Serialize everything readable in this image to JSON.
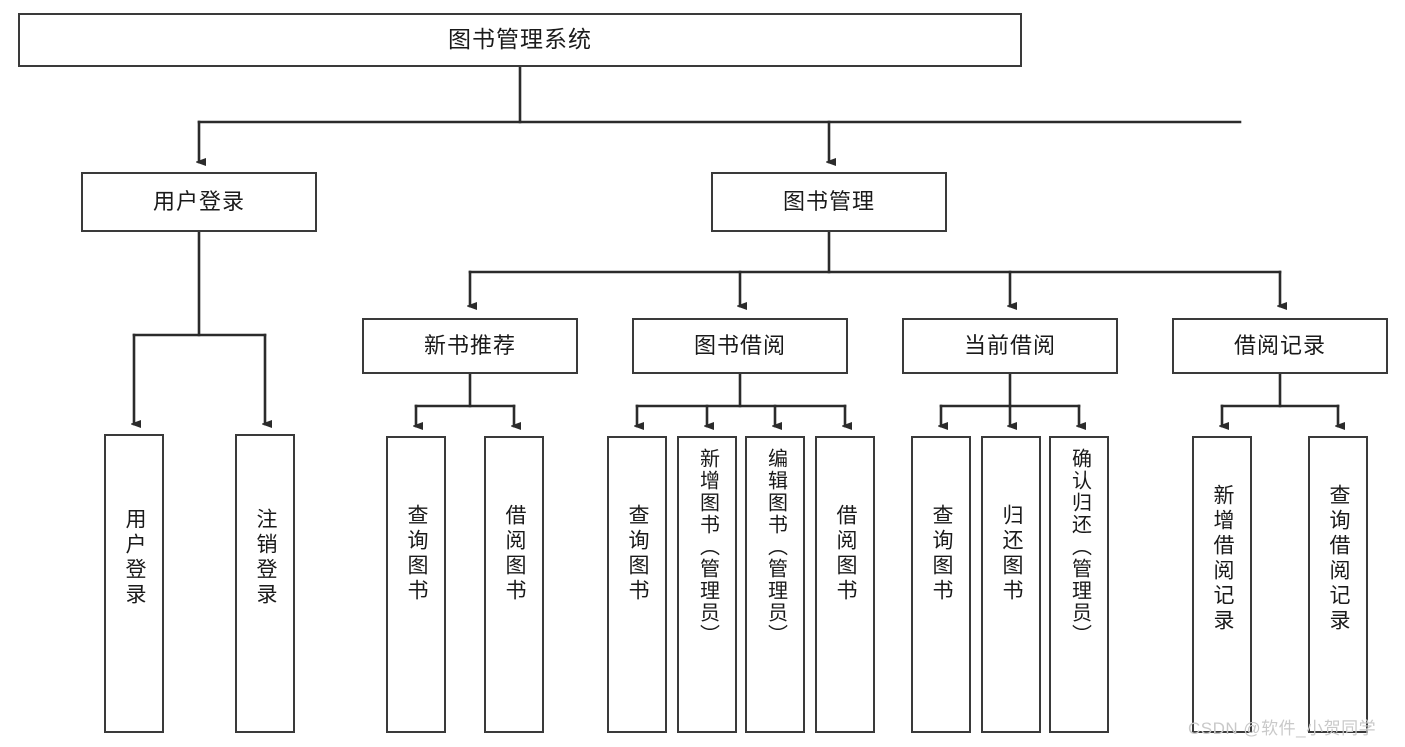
{
  "diagram": {
    "title": "图书管理系统",
    "type": "tree-hierarchy-flowchart",
    "style": {
      "box_border_color": "#3a3a3a",
      "box_fill_color": "#ffffff",
      "connector_color": "#2b2b2b",
      "text_color": "#1a1a1a",
      "background": "#ffffff",
      "watermark_color": "#c9c9c9"
    },
    "root": {
      "label": "图书管理系统"
    },
    "level2": [
      {
        "id": "user-login",
        "label": "用户登录"
      },
      {
        "id": "book-management",
        "label": "图书管理"
      }
    ],
    "level3": [
      {
        "id": "new-book-recommend",
        "label": "新书推荐"
      },
      {
        "id": "book-borrow",
        "label": "图书借阅"
      },
      {
        "id": "current-borrow",
        "label": "当前借阅"
      },
      {
        "id": "borrow-record",
        "label": "借阅记录"
      }
    ],
    "leaves": {
      "user_login": [
        {
          "id": "leaf-user-login",
          "label": "用户登录"
        },
        {
          "id": "leaf-logout-login",
          "label": "注销登录"
        }
      ],
      "new_book_recommend": [
        {
          "id": "leaf-query-book-1",
          "label": "查询图书"
        },
        {
          "id": "leaf-borrow-book-1",
          "label": "借阅图书"
        }
      ],
      "book_borrow": [
        {
          "id": "leaf-query-book-2",
          "label": "查询图书"
        },
        {
          "id": "leaf-add-book",
          "label": "新增图书（管理员）"
        },
        {
          "id": "leaf-edit-book",
          "label": "编辑图书（管理员）"
        },
        {
          "id": "leaf-borrow-book-2",
          "label": "借阅图书"
        }
      ],
      "current_borrow": [
        {
          "id": "leaf-query-book-3",
          "label": "查询图书"
        },
        {
          "id": "leaf-return-book",
          "label": "归还图书"
        },
        {
          "id": "leaf-confirm-return",
          "label": "确认归还（管理员）"
        }
      ],
      "borrow_record": [
        {
          "id": "leaf-add-borrow-record",
          "label": "新增借阅记录"
        },
        {
          "id": "leaf-query-borrow-record",
          "label": "查询借阅记录"
        }
      ]
    }
  },
  "watermark": {
    "text": "CSDN @软件_小贺同学"
  }
}
